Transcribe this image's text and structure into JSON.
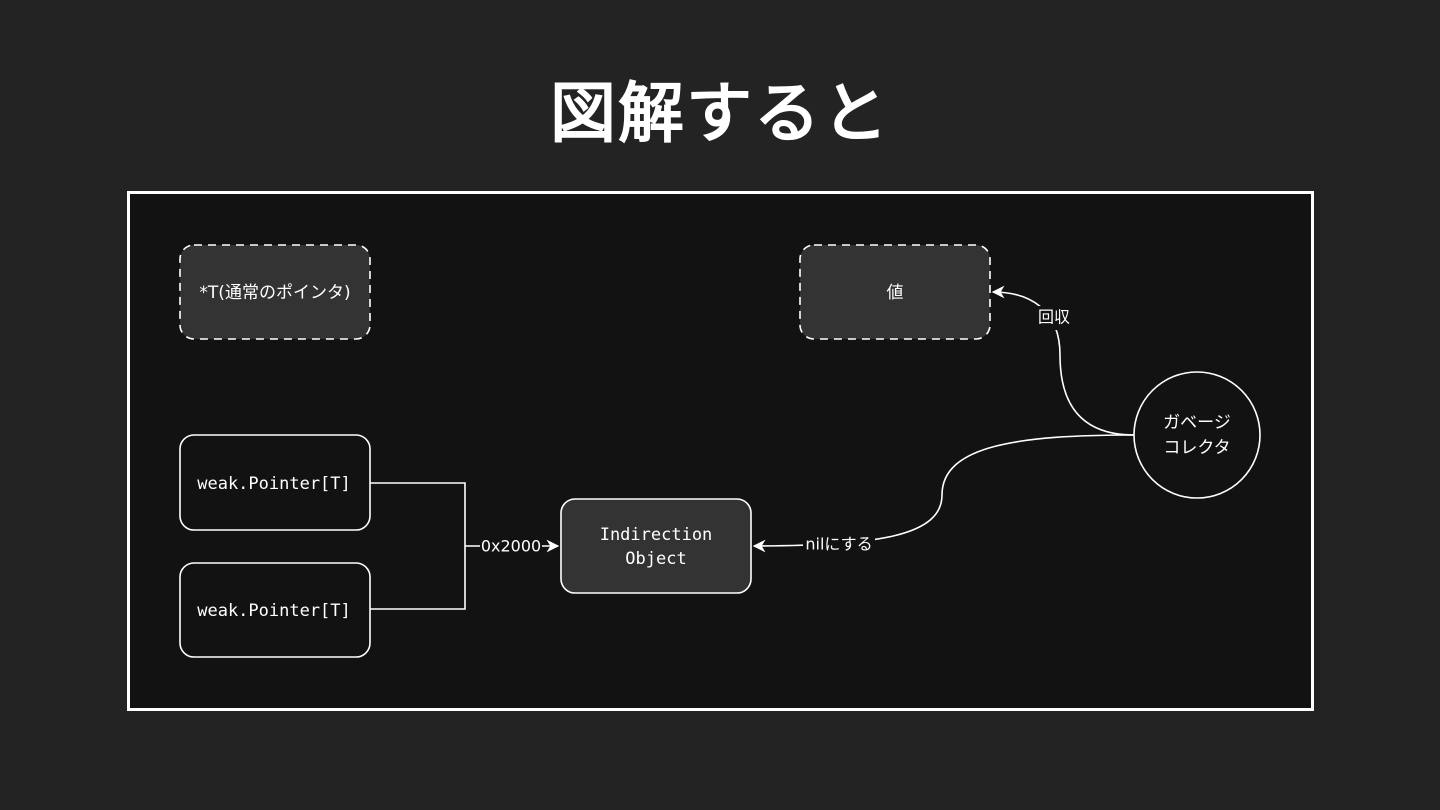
{
  "slide": {
    "title": "図解すると"
  },
  "diagram": {
    "nodes": {
      "normal_pointer": "*T(通常のポインタ)",
      "value": "値",
      "weak_pointer_1": "weak.Pointer[T]",
      "weak_pointer_2": "weak.Pointer[T]",
      "indirection_object_line1": "Indirection",
      "indirection_object_line2": "Object",
      "garbage_collector_line1": "ガベージ",
      "garbage_collector_line2": "コレクタ"
    },
    "edges": {
      "address_label": "0x2000",
      "set_nil_label": "nilにする",
      "reclaim_label": "回収"
    }
  }
}
